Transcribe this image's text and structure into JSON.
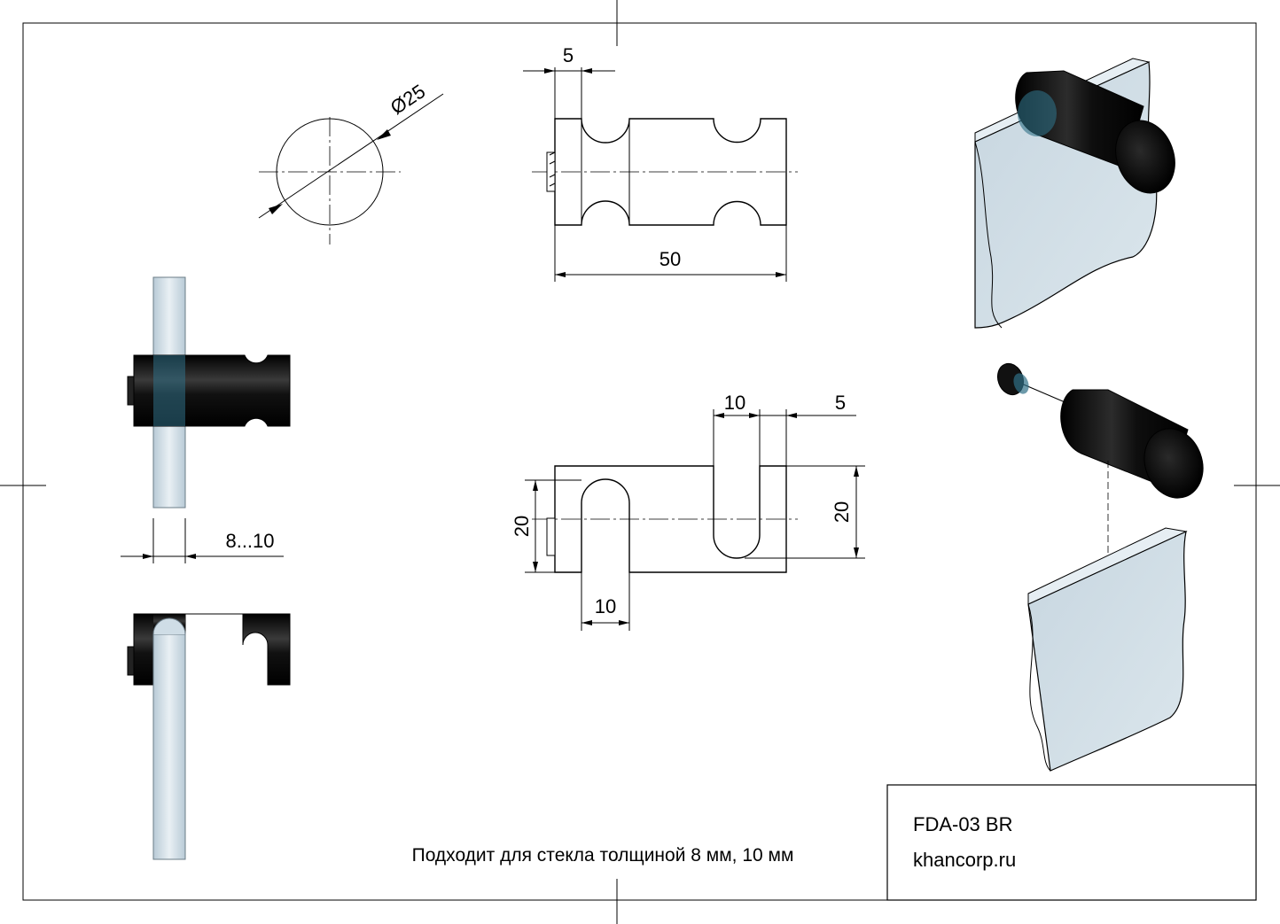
{
  "dimensions": {
    "diameter": "Ø25",
    "width_5_top": "5",
    "length_50": "50",
    "slot_10_top": "10",
    "edge_5": "5",
    "height_20_left": "20",
    "height_20_right": "20",
    "slot_10_bottom": "10",
    "glass_thickness": "8...10"
  },
  "note": "Подходит для стекла толщиной 8 мм, 10 мм",
  "title_block": {
    "model": "FDA-03 BR",
    "site": "khancorp.ru"
  },
  "colors": {
    "line": "#000000",
    "glass": "#cfdde6",
    "glass_edge": "#e6eef3",
    "metal": "#111111",
    "glass_tint": "#2f6f86"
  }
}
